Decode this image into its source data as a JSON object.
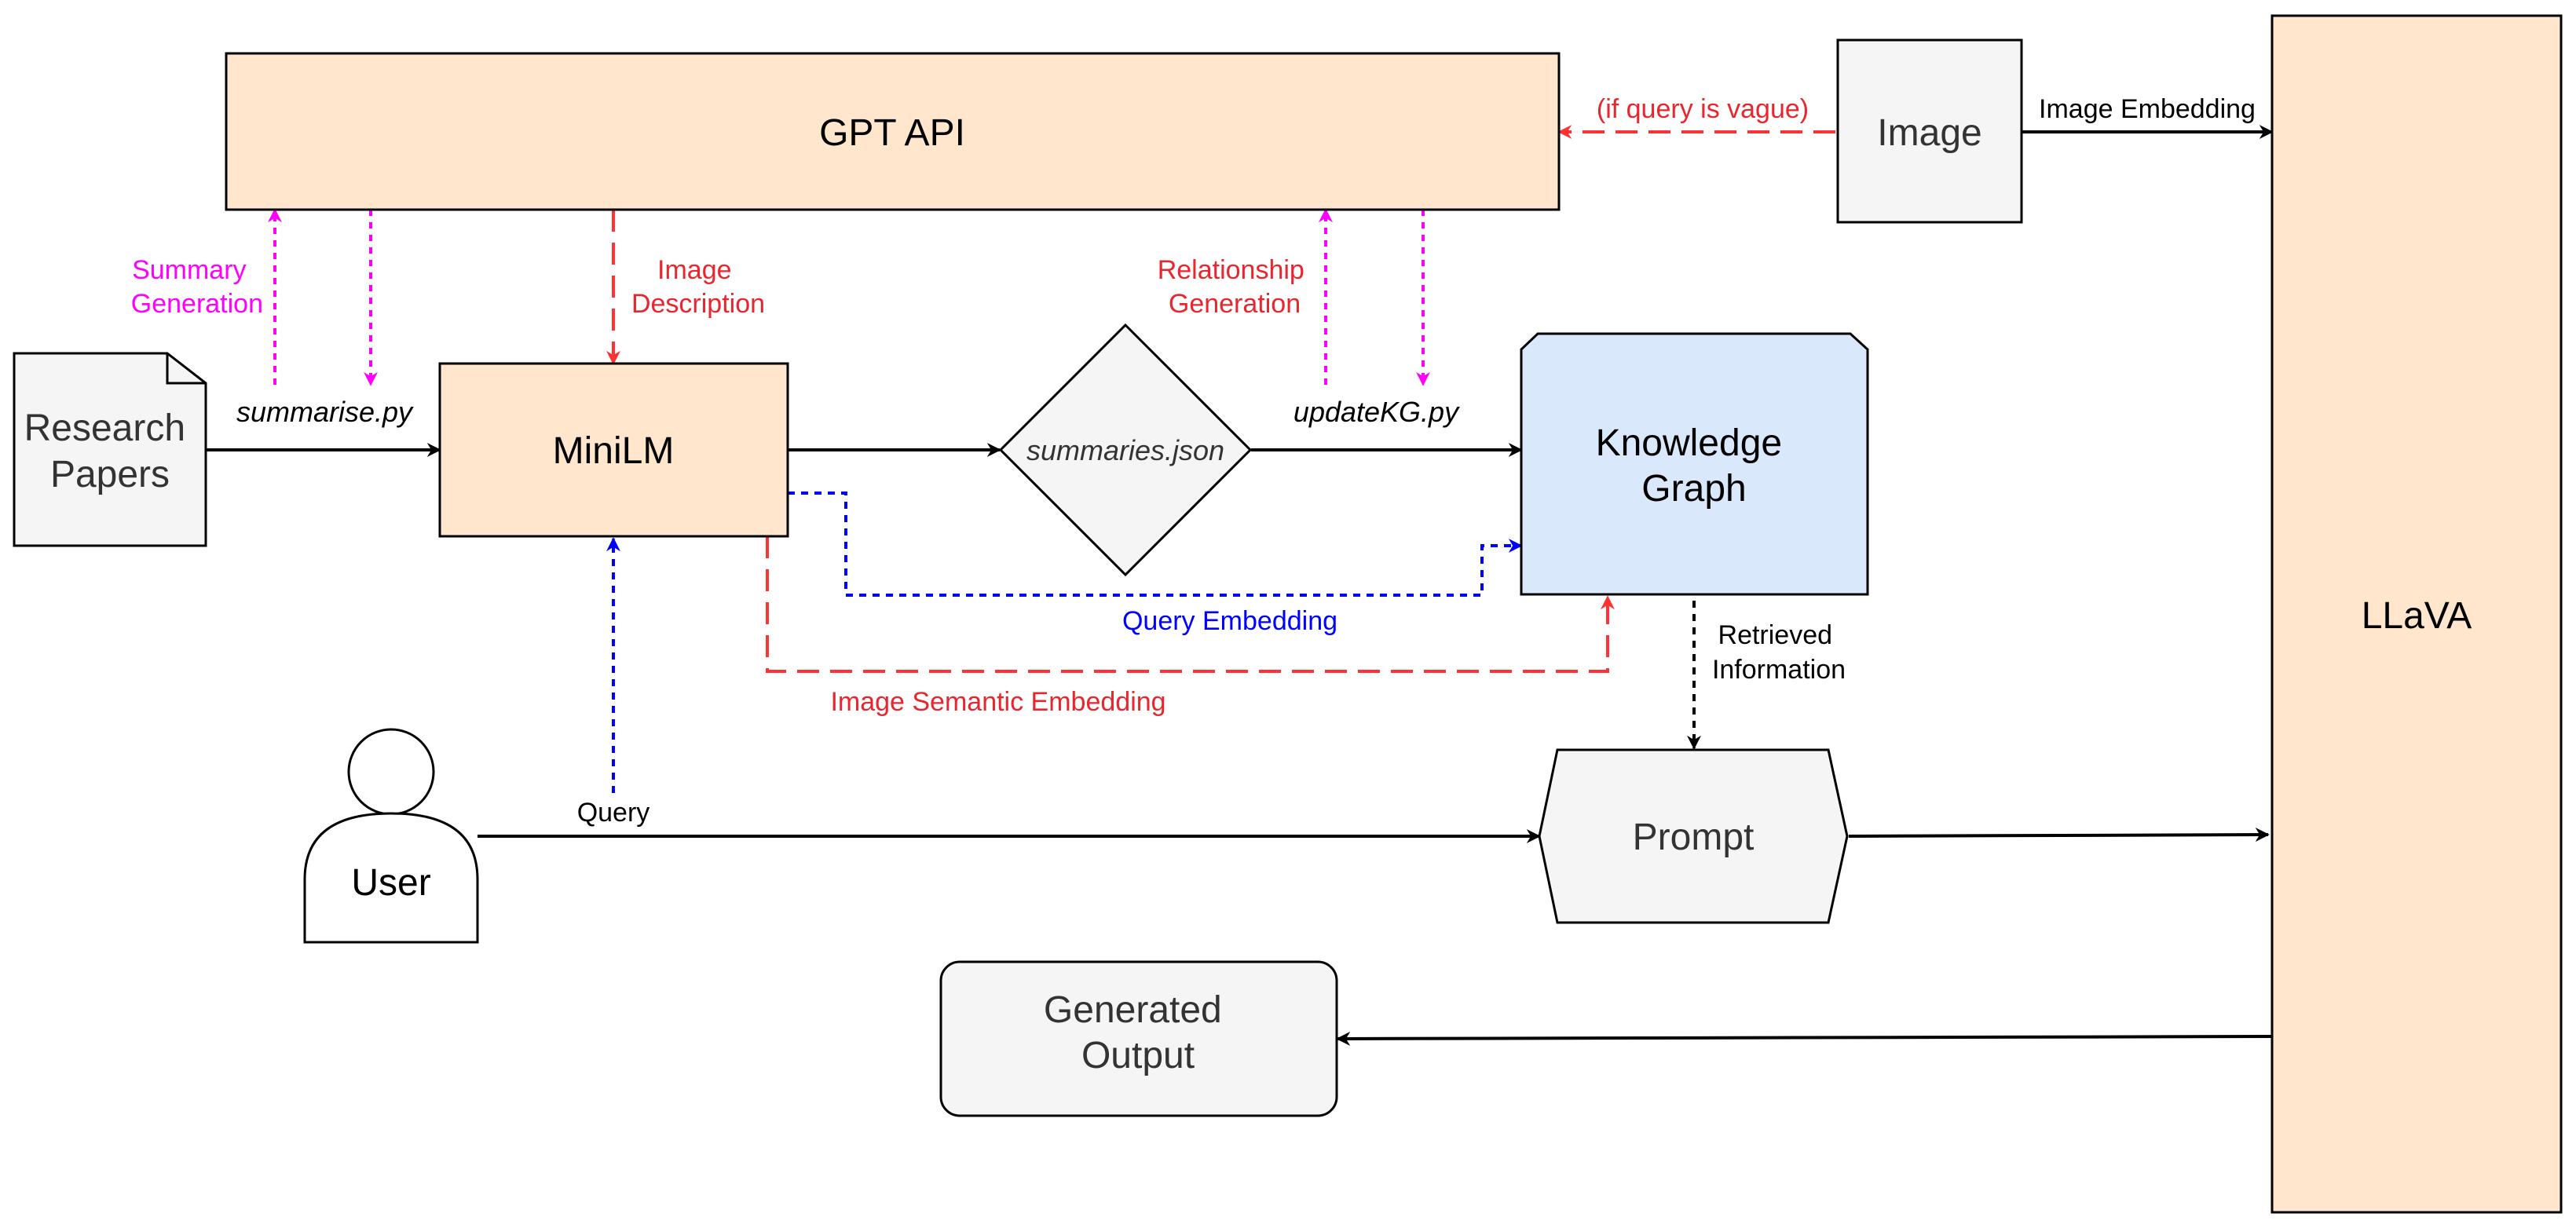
{
  "nodes": {
    "gpt_api": "GPT API",
    "image": "Image",
    "llava": "LLaVA",
    "research_papers": [
      "Research",
      "Papers"
    ],
    "minilm": "MiniLM",
    "summaries_json": "summaries.json",
    "knowledge_graph": [
      "Knowledge",
      "Graph"
    ],
    "user": "User",
    "prompt": "Prompt",
    "generated_output": [
      "Generated",
      "Output"
    ]
  },
  "edge_labels": {
    "if_query_vague": "(if query is vague)",
    "image_embedding": "Image Embedding",
    "summary_generation": [
      "Summary",
      "Generation"
    ],
    "image_description": [
      "Image",
      "Description"
    ],
    "relationship_generation": [
      "Relationship",
      "Generation"
    ],
    "summarise_py": "summarise.py",
    "update_kg_py": "updateKG.py",
    "query_embedding": "Query Embedding",
    "image_semantic_embedding": "Image Semantic Embedding",
    "retrieved_information": [
      "Retrieved",
      "Information"
    ],
    "query": "Query"
  },
  "colors": {
    "peach_fill": "#FFE6CC",
    "grey_fill": "#F5F5F5",
    "blue_fill": "#DAE8FC",
    "stroke": "#000000",
    "node_text": "#333333",
    "magenta": "#FF00FF",
    "red": "#FF3333",
    "red_text": "#E8262E",
    "blue": "#0000FF",
    "black": "#000000"
  },
  "icons": {
    "user": "person-silhouette-icon",
    "research_papers": "folded-document-icon"
  }
}
